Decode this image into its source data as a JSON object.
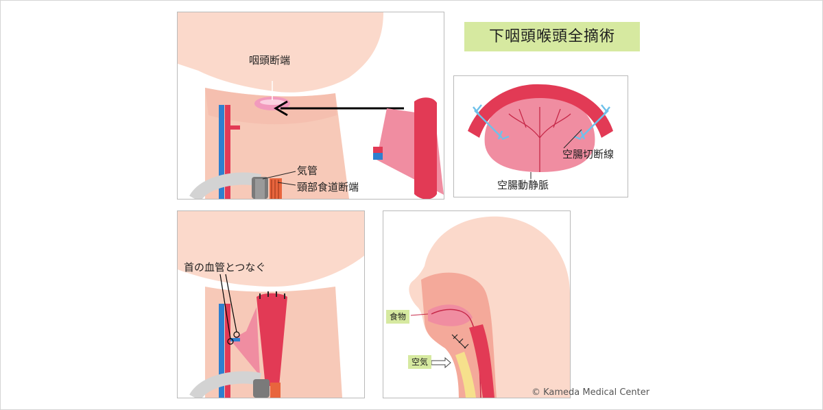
{
  "title": "下咽頭喉頭全摘術",
  "labels": {
    "pharynx_stump": "咽頭断端",
    "trachea": "気管",
    "esophagus_stump": "頸部食道断端",
    "jejunum_cut_line": "空腸切断線",
    "jejunal_vessels": "空腸動静脈",
    "connect_neck_vessels": "首の血管とつなぐ",
    "food": "食物",
    "air": "空気"
  },
  "copyright": "© Kameda Medical Center",
  "colors": {
    "title_bg": "#d6e9a0",
    "skin": "#fbd9cb",
    "jejunum": "#e23a55",
    "mesentery": "#f08da1",
    "artery": "#e23a55",
    "vein": "#2e7fcf",
    "arrow": "#000000"
  }
}
